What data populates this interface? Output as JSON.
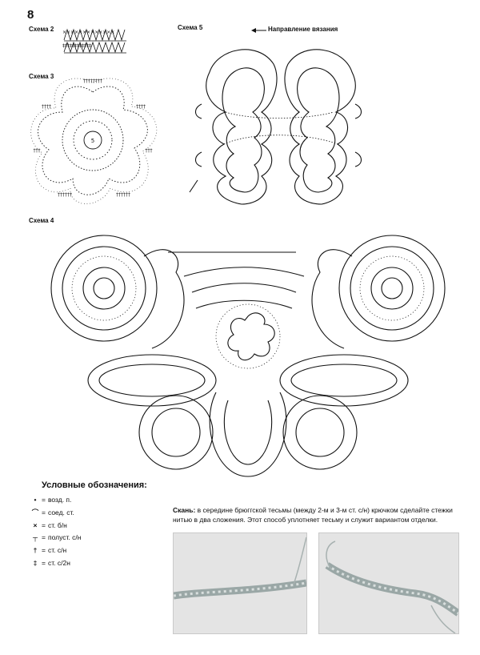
{
  "page_number": "8",
  "labels": {
    "scheme2": "Схема 2",
    "scheme3": "Схема 3",
    "scheme4": "Схема 4",
    "scheme5": "Схема 5",
    "direction": "Направление вязания",
    "center_number": "5"
  },
  "legend": {
    "title": "Условные обозначения:",
    "items": [
      {
        "symbol": "•",
        "equals": "=",
        "text": "возд. п."
      },
      {
        "symbol": "⌒",
        "equals": "=",
        "text": "соед. ст."
      },
      {
        "symbol": "×",
        "equals": "=",
        "text": "ст. б/н"
      },
      {
        "symbol": "┬",
        "equals": "=",
        "text": "полуст. с/н"
      },
      {
        "symbol": "†",
        "equals": "=",
        "text": "ст. с/н"
      },
      {
        "symbol": "‡",
        "equals": "=",
        "text": "ст. с/2н"
      }
    ]
  },
  "description": {
    "title": "Скань:",
    "text": " в середине брюггской тесьмы (между 2-м и 3-м ст. с/н) крючком сделайте стежки нитью в два сложения. Этот способ уплотняет тесьму и служит вариантом отделки."
  },
  "colors": {
    "ink": "#111111",
    "photo_bg": "#e2e2e2",
    "braid": "#9aa7a6"
  }
}
